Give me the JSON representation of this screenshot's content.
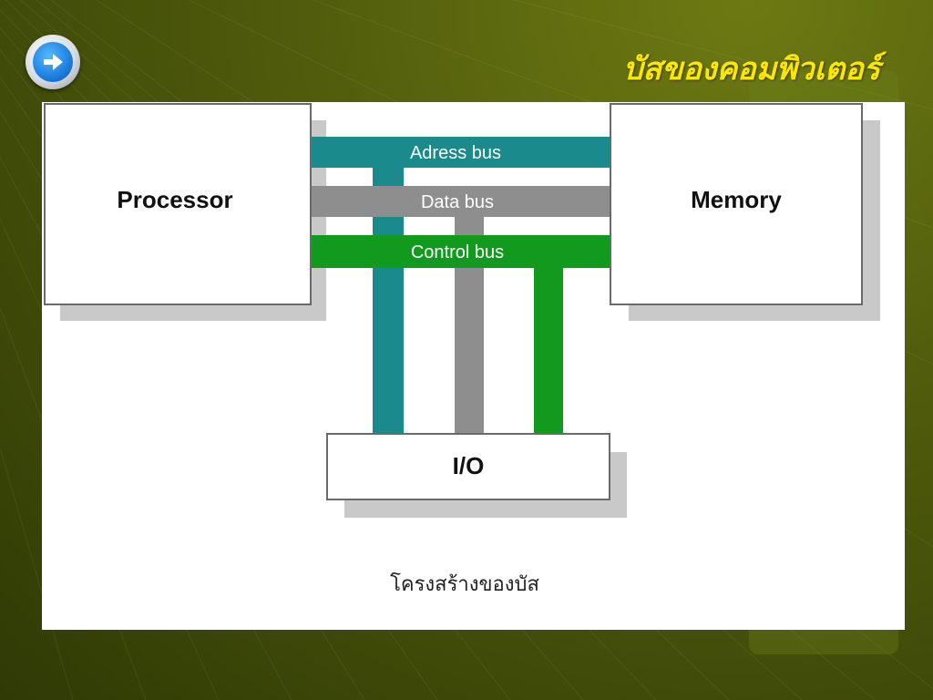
{
  "slide": {
    "title": "บัสของคอมพิวเตอร์"
  },
  "diagram": {
    "processor_label": "Processor",
    "memory_label": "Memory",
    "io_label": "I/O",
    "buses": [
      {
        "label": "Adress bus",
        "color": "#1a8a8c"
      },
      {
        "label": "Data bus",
        "color": "#8e8e8e"
      },
      {
        "label": "Control bus",
        "color": "#119a1e"
      }
    ],
    "caption": "โครงสร้างของบัส"
  },
  "icons": {
    "nav": "arrow-right-icon"
  },
  "colors": {
    "title": "#ffe600",
    "background": "#4f5a0c"
  }
}
